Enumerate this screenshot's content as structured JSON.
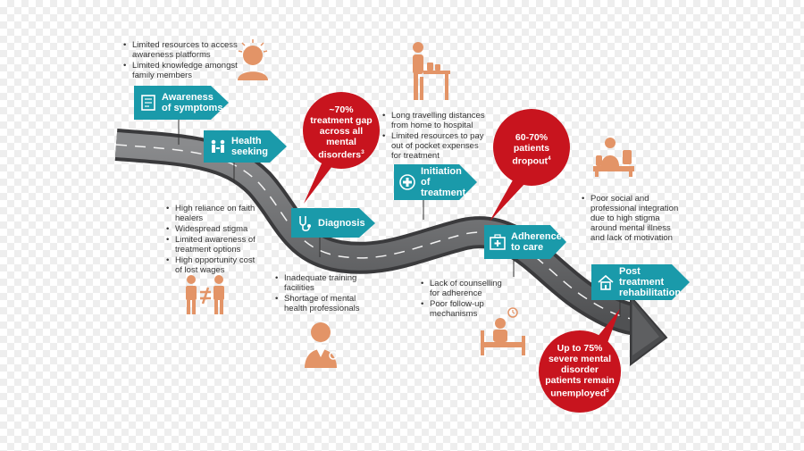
{
  "stages": [
    {
      "id": "awareness",
      "label": "Awareness of symptoms",
      "icon": "book-icon"
    },
    {
      "id": "health",
      "label": "Health seeking",
      "icon": "people-seeking-icon"
    },
    {
      "id": "diagnosis",
      "label": "Diagnosis",
      "icon": "stethoscope-icon"
    },
    {
      "id": "initiation",
      "label": "Initiation of treatment",
      "icon": "medical-cross-icon"
    },
    {
      "id": "adherence",
      "label": "Adherence to care",
      "icon": "medical-kit-icon"
    },
    {
      "id": "post",
      "label": "Post treatment rehabilitation",
      "icon": "home-care-icon"
    }
  ],
  "barriers": {
    "awareness": [
      "Limited resources to access awareness platforms",
      "Limited knowledge amongst family members"
    ],
    "health": [
      "High reliance on faith healers",
      "Widespread stigma",
      "Limited awareness of treatment options",
      "High opportunity cost of lost wages"
    ],
    "diagnosis": [
      "Inadequate training facilities",
      "Shortage of mental health professionals"
    ],
    "initiation": [
      "Long travelling distances from home to hospital",
      "Limited resources to pay out of pocket expenses for treatment"
    ],
    "adherence": [
      "Lack of counselling for adherence",
      "Poor follow-up mechanisms"
    ],
    "post": [
      "Poor social and professional integration due to high stigma around mental illness and lack of motivation"
    ]
  },
  "callouts": {
    "gap": {
      "text": "~70% treatment gap across all mental disorders",
      "sup": "3"
    },
    "dropout": {
      "text": "60-70% patients dropout",
      "sup": "4"
    },
    "unemployed": {
      "text": "Up to 75% severe mental disorder patients remain unemployed",
      "sup": "5"
    }
  },
  "icons": [
    "thinking-person-icon",
    "sick-person-at-table-icon",
    "person-on-bench-icon",
    "not-equal-people-icon",
    "doctor-icon",
    "patient-in-bed-icon"
  ],
  "colors": {
    "teal": "#1a9aaa",
    "red": "#c8141e",
    "orange": "#e39467",
    "road": "#5b5c5e",
    "road_edge": "#3a3a3c",
    "text": "#333333"
  }
}
